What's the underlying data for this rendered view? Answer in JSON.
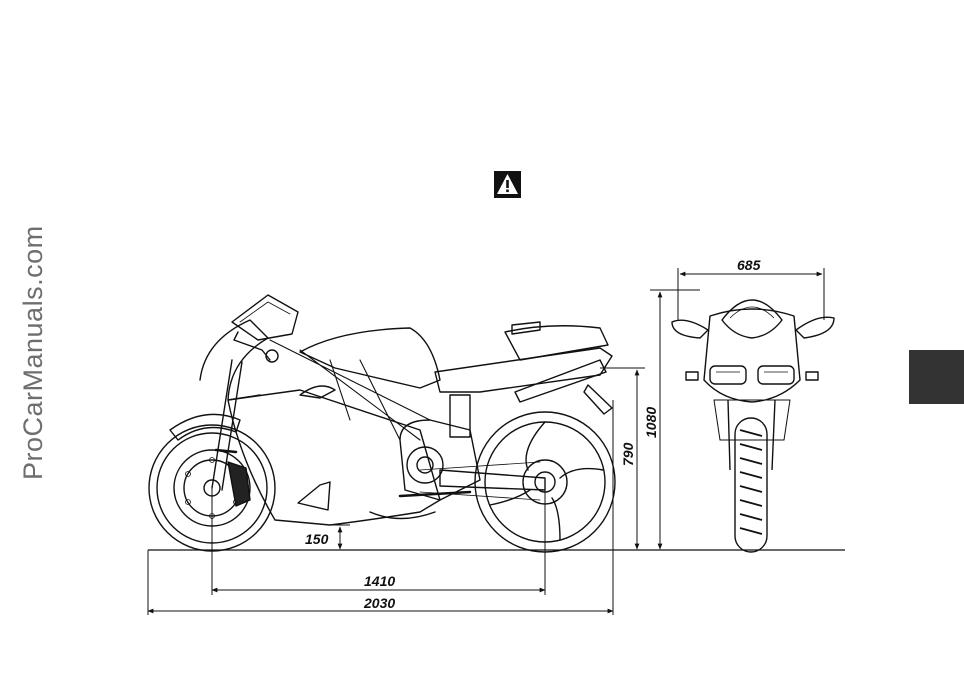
{
  "watermark": {
    "text": "ProCarManuals.com"
  },
  "icons": {
    "warning": "warning-triangle-icon"
  },
  "colors": {
    "tab": "#333333",
    "ink": "#111111",
    "watermark": "#6e6e6e"
  },
  "dimensions": {
    "ground_clearance": "150",
    "wheelbase": "1410",
    "overall_length": "2030",
    "seat_height": "790",
    "overall_height": "1080",
    "overall_width": "685"
  }
}
